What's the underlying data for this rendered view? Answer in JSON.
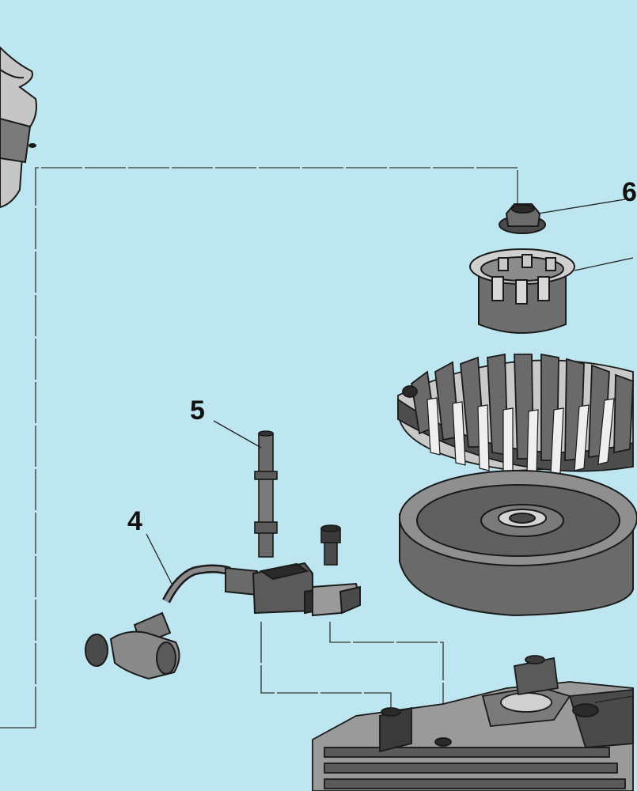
{
  "diagram": {
    "callouts": [
      {
        "id": "6",
        "text": "6"
      },
      {
        "id": "5",
        "text": "5"
      },
      {
        "id": "4",
        "text": "4"
      }
    ],
    "colors": {
      "background": "#bde6f0",
      "part_dark": "#5f5f5f",
      "part_mid": "#8a8a8a",
      "part_light": "#c4c4c4",
      "outline": "#1a1a1a"
    }
  }
}
